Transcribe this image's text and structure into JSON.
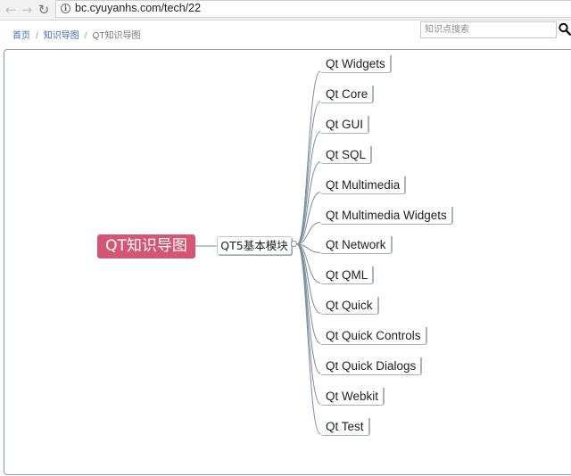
{
  "browser": {
    "url": "bc.cyuyanhs.com/tech/22",
    "back_icon": "arrow-left-icon",
    "forward_icon": "arrow-right-icon",
    "reload_icon": "reload-icon",
    "info_icon": "info-circle-icon"
  },
  "breadcrumb": {
    "home": "首页",
    "category": "知识导图",
    "current": "QT知识导图"
  },
  "search": {
    "placeholder": "知识点搜索",
    "button_icon": "search-icon"
  },
  "mindmap": {
    "root": "QT知识导图",
    "branch": "QT5基本模块",
    "children": [
      "Qt Widgets",
      "Qt Core",
      "Qt GUI",
      "Qt SQL",
      "Qt Multimedia",
      "Qt Multimedia Widgets",
      "Qt Network",
      "Qt QML",
      "Qt Quick",
      "Qt Quick Controls",
      "Qt Quick Dialogs",
      "Qt Webkit",
      "Qt Test"
    ]
  },
  "colors": {
    "root_fill": "#d55672",
    "connector": "#7b8d9f",
    "link": "#3b6fb6"
  }
}
